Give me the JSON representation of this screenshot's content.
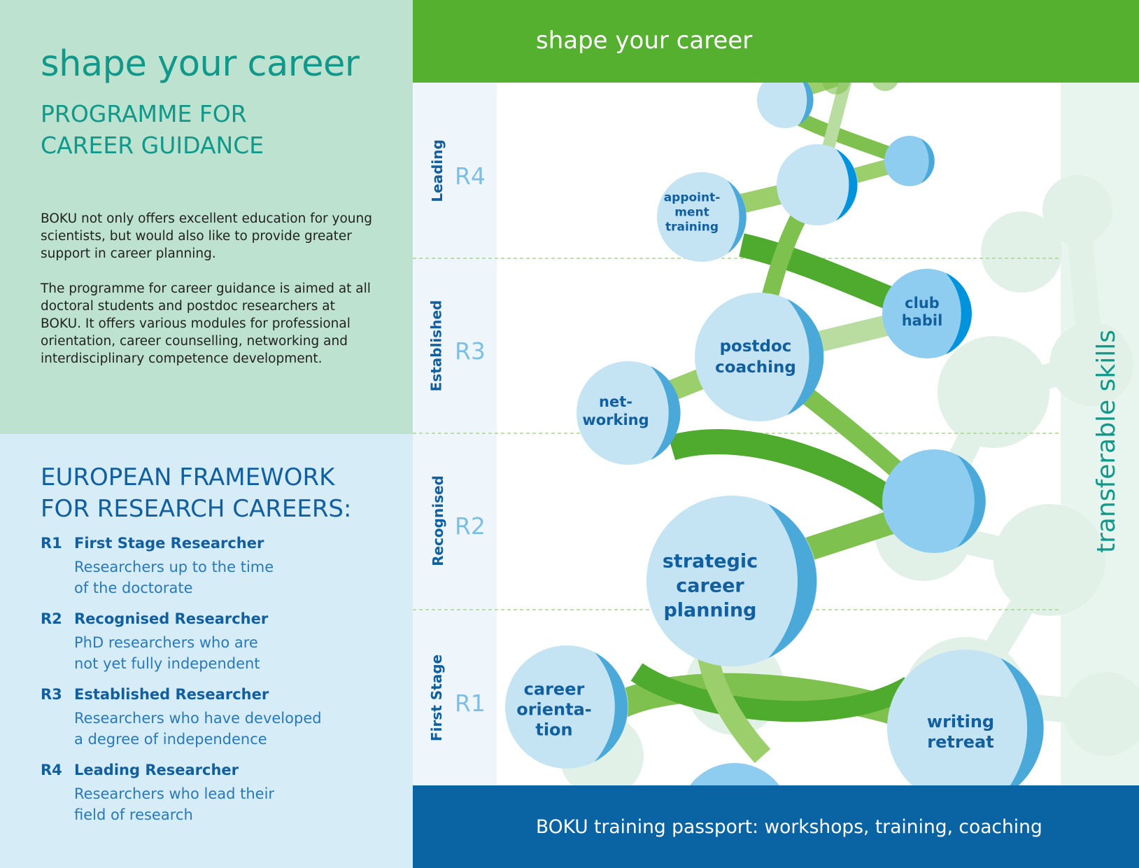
{
  "left_panel": {
    "title": "shape your career",
    "subtitle_line1": "PROGRAMME FOR",
    "subtitle_line2": "CAREER GUIDANCE",
    "intro_paragraph_1": "BOKU not only offers excellent education for young scientists, but would also like to provide greater support in career planning.",
    "intro_paragraph_2": "The programme for career guidance is aimed at all doctoral students and postdoc researchers at BOKU. It offers various modules for professional orientation, career counselling, networking and interdisciplinary competence development."
  },
  "framework": {
    "title_line1": "EUROPEAN FRAMEWORK",
    "title_line2": "FOR RESEARCH CAREERS:",
    "stages": [
      {
        "code": "R1",
        "name": "First Stage Researcher",
        "description": "Researchers up to the time\nof the doctorate"
      },
      {
        "code": "R2",
        "name": "Recognised Researcher",
        "description": "PhD researchers who are\nnot yet fully independent"
      },
      {
        "code": "R3",
        "name": "Established Researcher",
        "description": "Researchers who have developed\na degree of independence"
      },
      {
        "code": "R4",
        "name": "Leading Researcher",
        "description": "Researchers who lead their\nfield of research"
      }
    ]
  },
  "diagram": {
    "header": "shape your career",
    "footer": "BOKU training passport: workshops, training, coaching",
    "side_label": "transferable skills",
    "levels": [
      {
        "name": "Leading",
        "code": "R4"
      },
      {
        "name": "Established",
        "code": "R3"
      },
      {
        "name": "Recognised",
        "code": "R2"
      },
      {
        "name": "First Stage",
        "code": "R1"
      }
    ],
    "modules": [
      {
        "label": "appoint-\nment\ntraining"
      },
      {
        "label": "club\nhabil"
      },
      {
        "label": "postdoc\ncoaching"
      },
      {
        "label": "net-\nworking"
      },
      {
        "label": "strategic\ncareer\nplanning"
      },
      {
        "label": "career\norienta-\ntion"
      },
      {
        "label": "writing\nretreat"
      }
    ]
  },
  "colors": {
    "green": "#55b02f",
    "teal": "#10998a",
    "dark_blue": "#0a63a3",
    "bubble_light": "#c4e4f4",
    "bubble_mid": "#4aa9d8",
    "bubble_accent": "#0093dd"
  }
}
